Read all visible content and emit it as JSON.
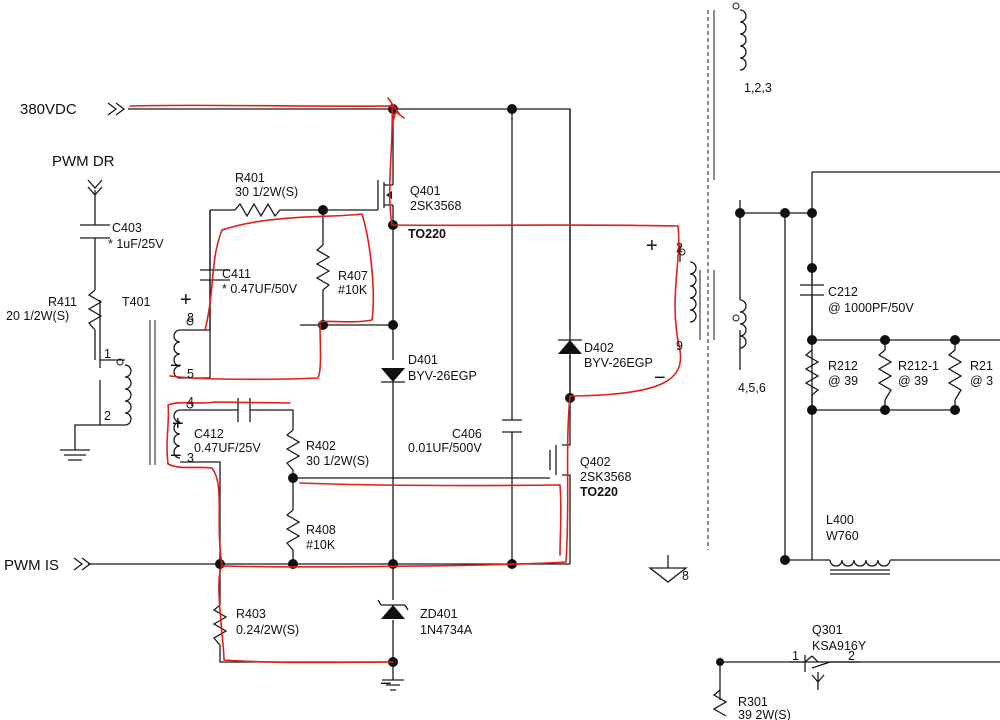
{
  "nets": {
    "vdc": "380VDC",
    "pwm_dr": "PWM DR",
    "pwm_is": "PWM IS"
  },
  "components": {
    "r401": {
      "ref": "R401",
      "value": "30 1/2W(S)"
    },
    "c403": {
      "ref": "C403",
      "value": "* 1uF/25V"
    },
    "r411": {
      "ref": "R411",
      "value": "20 1/2W(S)"
    },
    "c411": {
      "ref": "C411",
      "value": "* 0.47UF/50V"
    },
    "r407": {
      "ref": "R407",
      "value": "#10K"
    },
    "t401": {
      "ref": "T401"
    },
    "q401": {
      "ref": "Q401",
      "part": "2SK3568",
      "package": "TO220"
    },
    "d401": {
      "ref": "D401",
      "part": "BYV-26EGP"
    },
    "d402": {
      "ref": "D402",
      "part": "BYV-26EGP"
    },
    "c412": {
      "ref": "C412",
      "value": "0.47UF/25V"
    },
    "r402": {
      "ref": "R402",
      "value": "30 1/2W(S)"
    },
    "c406": {
      "ref": "C406",
      "value": "0.01UF/500V"
    },
    "q402": {
      "ref": "Q402",
      "part": "2SK3568",
      "package": "TO220"
    },
    "r408": {
      "ref": "R408",
      "value": "#10K"
    },
    "r403": {
      "ref": "R403",
      "value": "0.24/2W(S)"
    },
    "zd401": {
      "ref": "ZD401",
      "part": "1N4734A"
    },
    "c212": {
      "ref": "C212",
      "value": "@ 1000PF/50V"
    },
    "r212": {
      "ref": "R212",
      "value": "@ 39"
    },
    "r212_1": {
      "ref": "R212-1",
      "value": "@ 39"
    },
    "r212_2": {
      "ref": "R21",
      "value": "@ 3"
    },
    "l400": {
      "ref": "L400",
      "value": "W760"
    },
    "q301": {
      "ref": "Q301",
      "part": "KSA916Y"
    },
    "r301": {
      "ref": "R301",
      "value": "39 2W(S)"
    }
  },
  "pins": {
    "t401_p1": "1",
    "t401_p2": "2",
    "t401_p3": "3",
    "t401_p4": "4",
    "t401_p5": "5",
    "t401_p8": "8",
    "xfmr_top": "1,2,3",
    "xfmr_mid": "4,5,6",
    "xfmr_p9": "9",
    "xfmr_p2": "2",
    "gnd8": "8",
    "q301_p1": "1",
    "q301_p2": "2"
  },
  "annotations": {
    "plus": "+",
    "minus": "−"
  }
}
